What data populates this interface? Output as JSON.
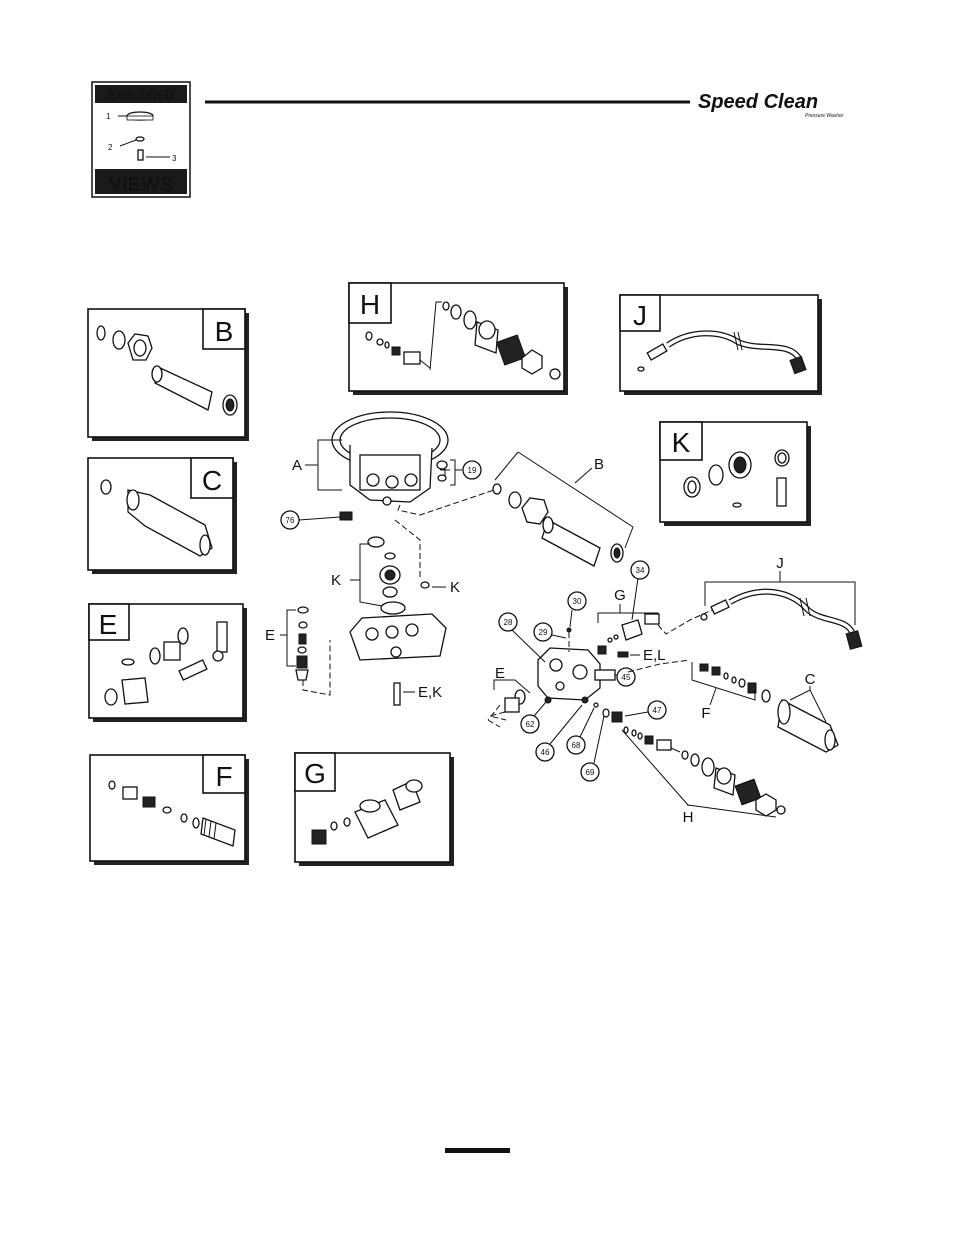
{
  "badge": {
    "top": "EXPLODED",
    "bottom": "VIEWS",
    "nums": [
      "1",
      "2",
      "3"
    ]
  },
  "brand": {
    "name": "Speed Clean",
    "tagline": "Pressure Washer"
  },
  "assemblies": {
    "A": "A",
    "B": "B",
    "C": "C",
    "E": "E",
    "F": "F",
    "G": "G",
    "H": "H",
    "J": "J",
    "K": "K"
  },
  "callouts": {
    "c19": "19",
    "c76": "76",
    "c28": "28",
    "c29": "29",
    "c30": "30",
    "c34": "34",
    "c45": "45",
    "c46": "46",
    "c47": "47",
    "c62": "62",
    "c68": "68",
    "c69": "69"
  },
  "labels": {
    "ek": "E,K",
    "el": "E,L"
  }
}
